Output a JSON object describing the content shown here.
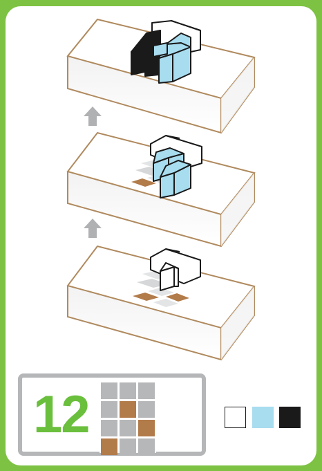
{
  "puzzle": {
    "level_number": "12",
    "grid_pattern": [
      [
        "empty",
        "empty",
        "empty"
      ],
      [
        "empty",
        "brown",
        "empty"
      ],
      [
        "empty",
        "empty",
        "brown"
      ],
      [
        "brown",
        "empty",
        "empty"
      ]
    ]
  },
  "colors": {
    "background_green": "#7dc242",
    "number_green": "#6abf3c",
    "box_outline": "#b08a5e",
    "tile_gray": "#b6b7b9",
    "tile_brown": "#b27b4a",
    "block_white": "#ffffff",
    "block_blue": "#a8dcef",
    "block_black": "#1a1a1a",
    "arrow_gray": "#b0b1b3"
  },
  "palette": [
    {
      "name": "white-block-swatch",
      "color": "#ffffff"
    },
    {
      "name": "blue-block-swatch",
      "color": "#a8dcef"
    },
    {
      "name": "black-block-swatch",
      "color": "#1a1a1a"
    }
  ],
  "steps": [
    {
      "name": "step-1-start",
      "blocks": [
        "white"
      ]
    },
    {
      "name": "step-2",
      "blocks": [
        "white",
        "blue"
      ]
    },
    {
      "name": "step-3-final",
      "blocks": [
        "white",
        "blue",
        "black"
      ]
    }
  ]
}
